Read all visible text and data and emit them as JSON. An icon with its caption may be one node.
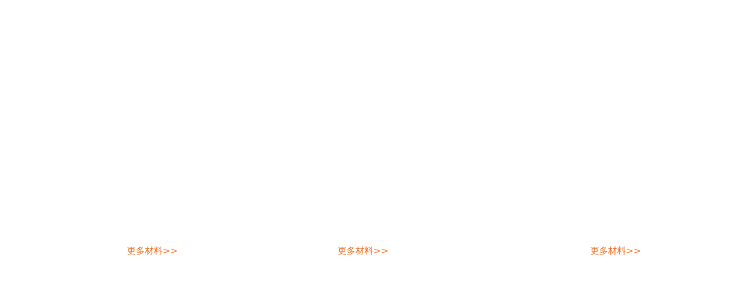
{
  "diagram": {
    "labels": [
      "更多材料>>",
      "更多材料>>",
      "更多材料>>"
    ]
  }
}
